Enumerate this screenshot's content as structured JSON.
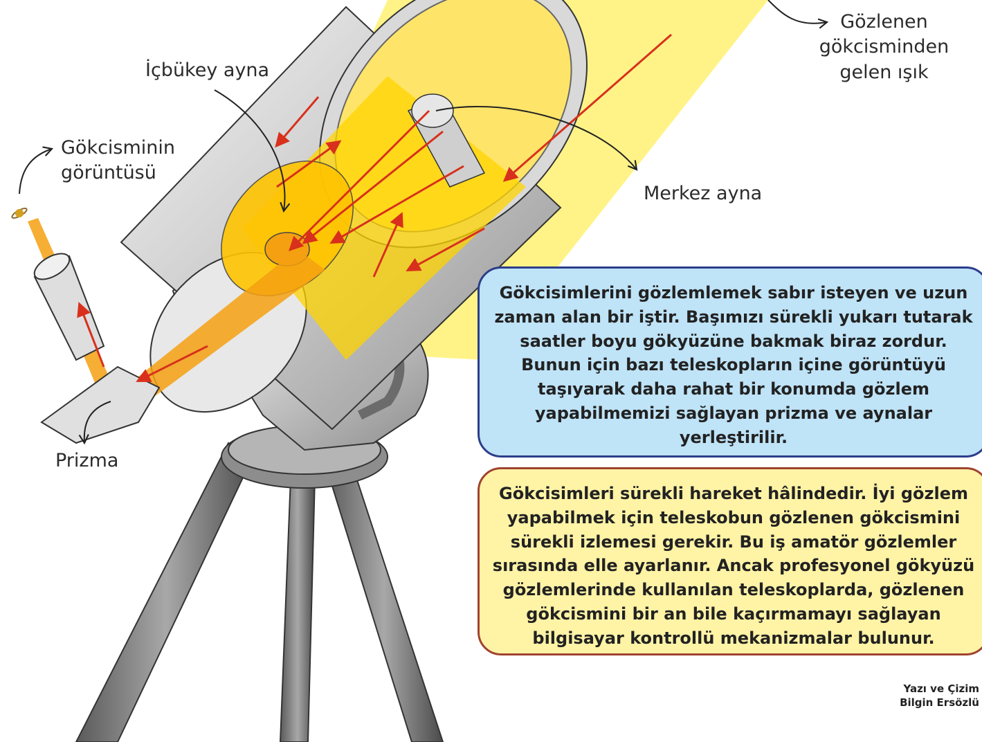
{
  "labels": {
    "light_from_object": "Gözlenen gökcisminden gelen ışık",
    "concave_mirror": "İçbükey ayna",
    "central_mirror": "Merkez ayna",
    "object_image": "Gökcisminin görüntüsü",
    "prism": "Prizma"
  },
  "info_blue": "Gökcisimlerini gözlemlemek sabır isteyen ve uzun zaman alan bir iştir. Başımızı sürekli yukarı tutarak saatler boyu gökyüzüne bakmak biraz zordur. Bunun için bazı teleskopların içine görüntüyü taşıyarak daha rahat bir konumda gözlem yapabilmemizi sağlayan prizma ve aynalar yerleştirilir.",
  "info_yellow": "Gökcisimleri sürekli hareket hâlindedir. İyi gözlem yapabilmek için teleskobun gözlenen gökcismini sürekli izlemesi gerekir. Bu iş amatör gözlemler sırasında elle ayarlanır. Ancak profesyonel gökyüzü gözlemlerinde kullanılan teleskoplarda, gözlenen gökcismini bir an bile kaçırmamayı sağlayan bilgisayar kontrollü mekanizmalar bulunur.",
  "credit": {
    "line1": "Yazı ve Çizim",
    "line2": "Bilgin Ersözlü"
  },
  "colors": {
    "light_beam": "#fff27a",
    "tube_light": "#ffd400",
    "orange_beam": "#f5a010",
    "ray_arrow": "#d8301c",
    "blue_box": "#bfe3f7",
    "yellow_box": "#fff3a6"
  }
}
